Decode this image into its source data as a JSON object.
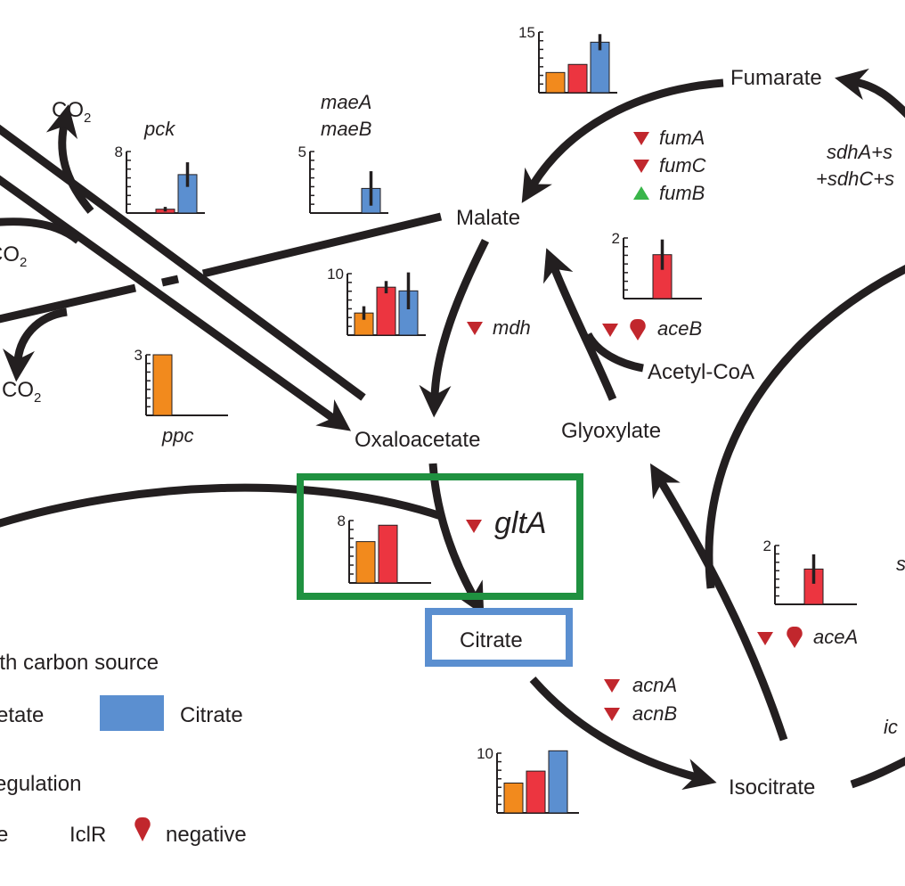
{
  "metabolites": {
    "fumarate": "Fumarate",
    "malate": "Malate",
    "oxaloacetate": "Oxaloacetate",
    "citrate": "Citrate",
    "isocitrate": "Isocitrate",
    "glyoxylate": "Glyoxylate",
    "acetyl_coa": "Acetyl-CoA",
    "co2_top": "CO",
    "co2_left": "CO",
    "co2_bottom": "CO",
    "co2_subscript": "2"
  },
  "genes": {
    "pck": "pck",
    "maeA": "maeA",
    "maeB": "maeB",
    "ppc": "ppc",
    "mdh": "mdh",
    "fumA": "fumA",
    "fumC": "fumC",
    "fumB": "fumB",
    "aceB": "aceB",
    "aceA": "aceA",
    "gltA": "gltA",
    "acnA": "acnA",
    "acnB": "acnB",
    "sdh_line1": "sdhA+s",
    "sdh_line2": "+sdhC+s",
    "right_s": "s",
    "right_ic": "ic"
  },
  "legend": {
    "carbon_source_title": "ith carbon source",
    "acetate": "etate",
    "citrate": "Citrate",
    "regulation_title": "egulation",
    "positive_fragment": "e",
    "iclr": "IclR",
    "negative": "negative"
  },
  "colors": {
    "acetate": "#f28a1d",
    "glucose": "#ec3540",
    "citrate": "#5b8fd0",
    "down_arrow": "#c1272d",
    "up_arrow": "#39b54a",
    "iclr_marker": "#c1272d",
    "highlight_green": "#1f9140",
    "highlight_blue": "#5b8fd0",
    "line": "#231f20"
  },
  "chart_data": [
    {
      "name": "fum",
      "type": "bar",
      "ymax": 15,
      "ymax_label": "15",
      "values": [
        5,
        7,
        12.5
      ],
      "errors": [
        0,
        0,
        2
      ]
    },
    {
      "name": "pck",
      "type": "bar",
      "ymax": 8,
      "ymax_label": "8",
      "values": [
        0,
        0.5,
        5
      ],
      "errors": [
        0,
        0.3,
        1.6
      ]
    },
    {
      "name": "maeAB",
      "type": "bar",
      "ymax": 5,
      "ymax_label": "5",
      "values": [
        0,
        0,
        2
      ],
      "errors": [
        0,
        0,
        1.4
      ]
    },
    {
      "name": "mdh",
      "type": "bar",
      "ymax": 10,
      "ymax_label": "10",
      "values": [
        3.6,
        7.8,
        7.2
      ],
      "errors": [
        1.1,
        1,
        3
      ]
    },
    {
      "name": "aceB",
      "type": "bar",
      "ymax": 2,
      "ymax_label": "2",
      "values": [
        0,
        1.45,
        0
      ],
      "errors": [
        0,
        0.5,
        0
      ]
    },
    {
      "name": "ppc",
      "type": "bar",
      "ymax": 3,
      "ymax_label": "3",
      "values": [
        3,
        0,
        0
      ],
      "errors": [
        0,
        0,
        0
      ]
    },
    {
      "name": "gltA",
      "type": "bar",
      "ymax": 8,
      "ymax_label": "8",
      "values": [
        5.3,
        7.4,
        0
      ],
      "errors": [
        0,
        0,
        0
      ]
    },
    {
      "name": "aceA",
      "type": "bar",
      "ymax": 2,
      "ymax_label": "2",
      "values": [
        0,
        1.2,
        0
      ],
      "errors": [
        0,
        0.5,
        0
      ]
    },
    {
      "name": "acn",
      "type": "bar",
      "ymax": 10,
      "ymax_label": "10",
      "values": [
        5,
        7,
        10.4
      ],
      "errors": [
        0,
        0,
        0
      ]
    }
  ]
}
